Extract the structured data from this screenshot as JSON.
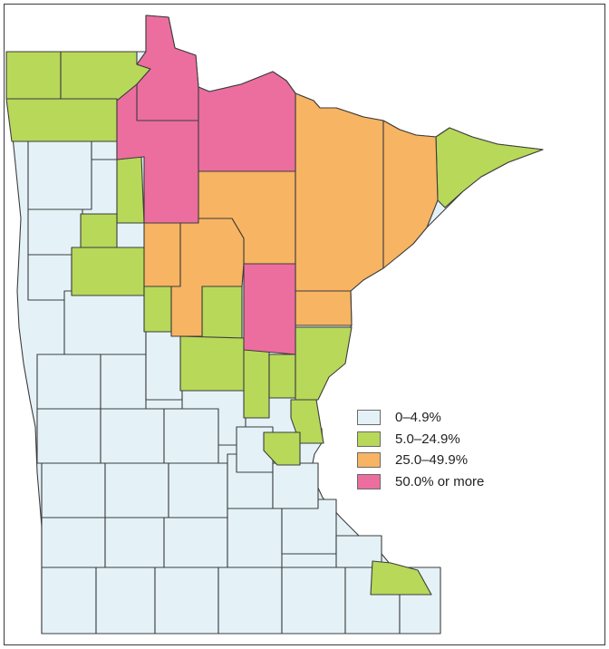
{
  "map": {
    "region": "Minnesota counties"
  },
  "legend": {
    "items": [
      {
        "label": "0–4.9%",
        "color": "#e4f2f8"
      },
      {
        "label": "5.0–24.9%",
        "color": "#b8d85a"
      },
      {
        "label": "25.0–49.9%",
        "color": "#f7b462"
      },
      {
        "label": "50.0% or more",
        "color": "#ec6e9e"
      }
    ]
  },
  "colors": {
    "border": "#3d3d3d",
    "background": "#ffffff"
  }
}
